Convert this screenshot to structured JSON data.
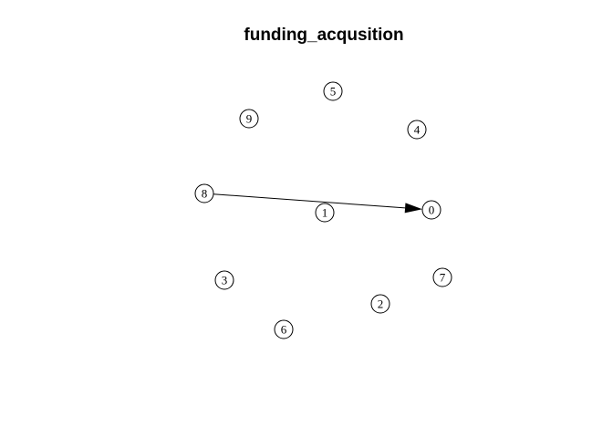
{
  "title": "funding_acqusition",
  "graph": {
    "directed": true,
    "nodes": [
      {
        "id": "0",
        "label": "0"
      },
      {
        "id": "1",
        "label": "1"
      },
      {
        "id": "2",
        "label": "2"
      },
      {
        "id": "3",
        "label": "3"
      },
      {
        "id": "4",
        "label": "4"
      },
      {
        "id": "5",
        "label": "5"
      },
      {
        "id": "6",
        "label": "6"
      },
      {
        "id": "7",
        "label": "7"
      },
      {
        "id": "8",
        "label": "8"
      },
      {
        "id": "9",
        "label": "9"
      }
    ],
    "edges": [
      {
        "source": "8",
        "target": "0"
      }
    ]
  },
  "colors": {
    "node_fill": "#ffffff",
    "node_stroke": "#000000",
    "edge": "#000000",
    "text": "#000000"
  }
}
